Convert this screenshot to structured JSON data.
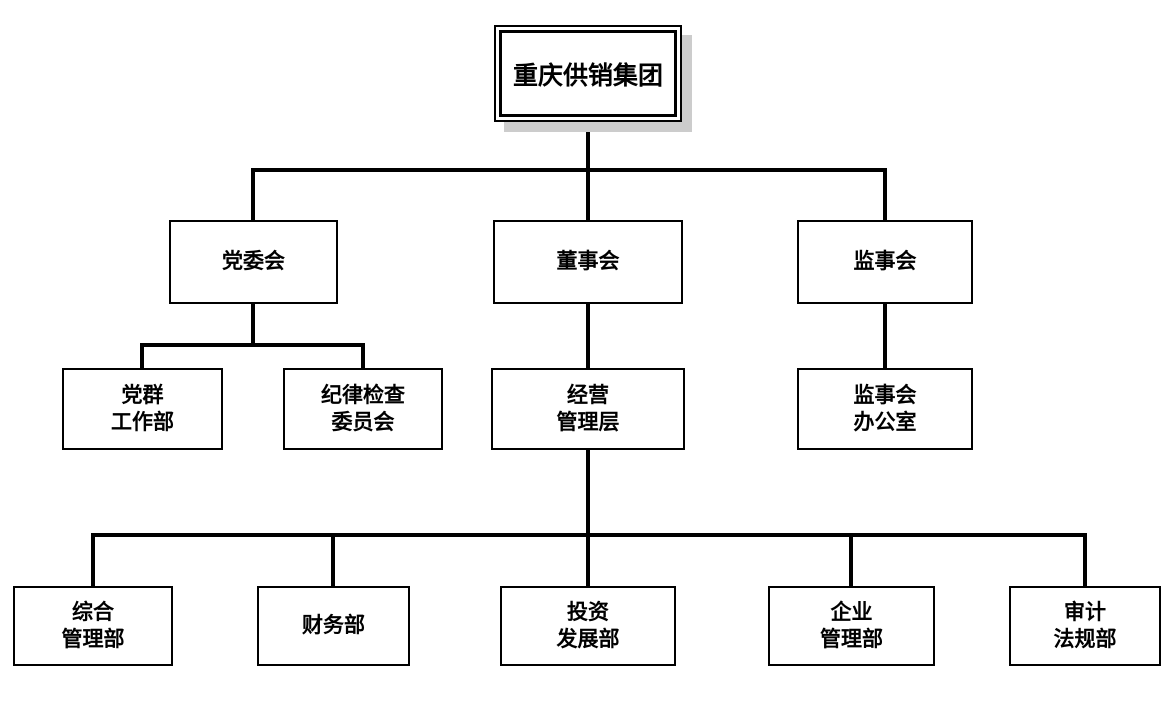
{
  "diagram": {
    "type": "org-chart",
    "background": "#ffffff",
    "line_color": "#000000",
    "box_border_color": "#000000",
    "root_shadow_color": "#cccccc",
    "nodes": {
      "root": {
        "label": "重庆供销集团"
      },
      "party_committee": {
        "label": "党委会"
      },
      "board_of_directors": {
        "label": "董事会"
      },
      "supervisory_board": {
        "label": "监事会"
      },
      "party_mass_work_dept": {
        "label": "党群\n工作部"
      },
      "discipline_inspection_committee": {
        "label": "纪律检查\n委员会"
      },
      "operating_management": {
        "label": "经营\n管理层"
      },
      "supervisory_board_office": {
        "label": "监事会\n办公室"
      },
      "general_management_dept": {
        "label": "综合\n管理部"
      },
      "finance_dept": {
        "label": "财务部"
      },
      "investment_development_dept": {
        "label": "投资\n发展部"
      },
      "enterprise_management_dept": {
        "label": "企业\n管理部"
      },
      "audit_legal_dept": {
        "label": "审计\n法规部"
      }
    },
    "edges": [
      [
        "root",
        "party_committee"
      ],
      [
        "root",
        "board_of_directors"
      ],
      [
        "root",
        "supervisory_board"
      ],
      [
        "party_committee",
        "party_mass_work_dept"
      ],
      [
        "party_committee",
        "discipline_inspection_committee"
      ],
      [
        "board_of_directors",
        "operating_management"
      ],
      [
        "supervisory_board",
        "supervisory_board_office"
      ],
      [
        "operating_management",
        "general_management_dept"
      ],
      [
        "operating_management",
        "finance_dept"
      ],
      [
        "operating_management",
        "investment_development_dept"
      ],
      [
        "operating_management",
        "enterprise_management_dept"
      ],
      [
        "operating_management",
        "audit_legal_dept"
      ]
    ]
  }
}
